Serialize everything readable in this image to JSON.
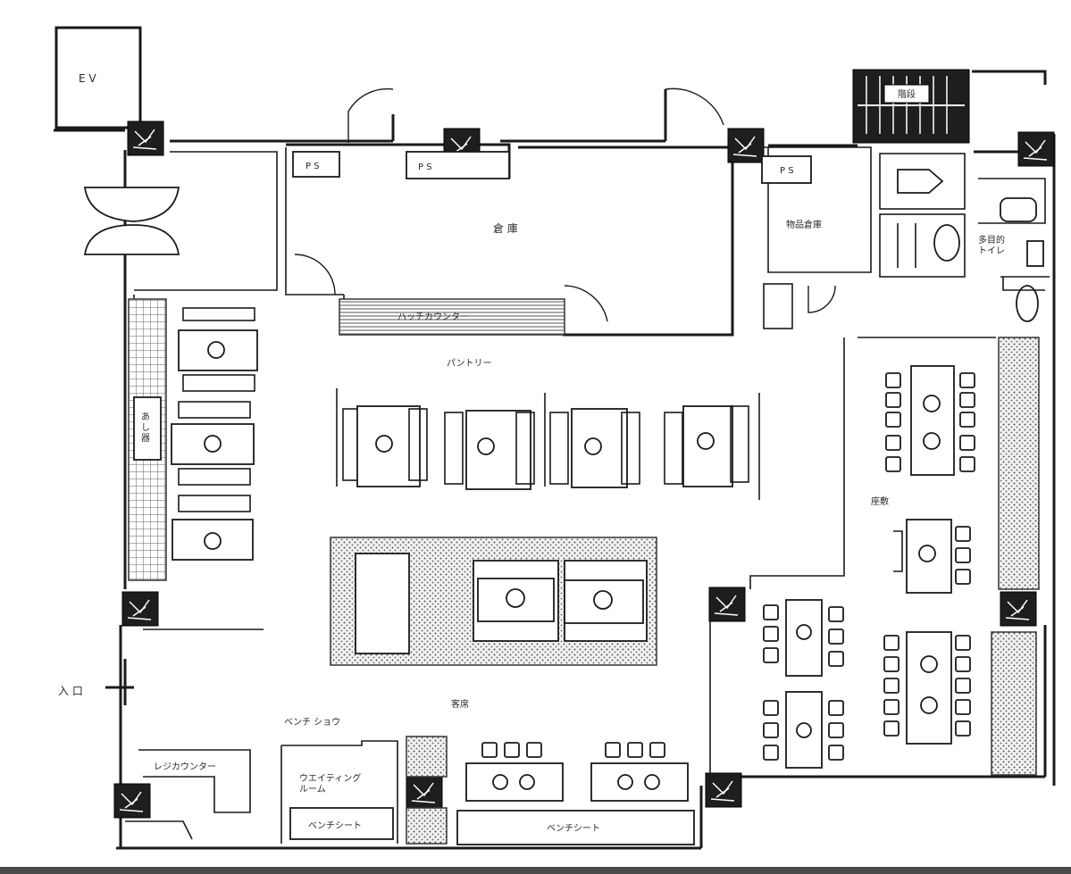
{
  "labels": {
    "ev": "E V",
    "ps_left": "P S",
    "ps_mid": "P S",
    "ps_right": "P S",
    "store_room": "倉 庫",
    "office": "物品倉庫",
    "counter": "ハッチカウンター",
    "pantry": "パントリー",
    "service": "客席",
    "entrance": "入 口",
    "register_counter": "レジカウンター",
    "waiting": "ウエイティング\nルーム",
    "bench": "ベンチ ショウ",
    "bench_counter": "ベンチシート",
    "bench_seat_long": "ベンチシート",
    "seating_area": "客席",
    "seating_right": "座敷",
    "toilet": "多目的\nトイレ",
    "left_wall_label": "あ\nし\n器",
    "stair_label": "階段"
  },
  "colors": {
    "ink": "#1a1a1a",
    "paper": "#ffffff",
    "pillar": "#1e1e1e"
  }
}
